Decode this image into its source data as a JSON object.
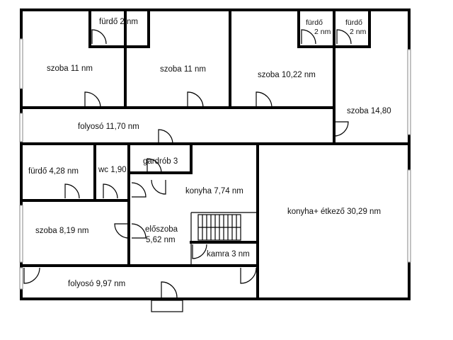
{
  "rooms": {
    "furdo_top": "fürdő 2 nm",
    "furdo_r1_name": "fürdő",
    "furdo_r1_area": "2 nm",
    "furdo_r2_name": "fürdő",
    "furdo_r2_area": "2 nm",
    "szoba1": "szoba 11 nm",
    "szoba2": "szoba 11 nm",
    "szoba3": "szoba 10,22 nm",
    "szoba4": "szoba 14,80",
    "folyoso_top": "folyosó 11,70 nm",
    "furdo_left": "fürdő 4,28 nm",
    "wc": "wc 1,90",
    "gardrob": "gardrób 3",
    "konyha": "konyha 7,74 nm",
    "konyha_etkezo": "konyha+ étkező 30,29 nm",
    "szoba5": "szoba 8,19 nm",
    "eloszoba_name": "előszoba",
    "eloszoba_area": "5,62 nm",
    "kamra": "kamra 3 nm",
    "folyoso_bottom": "folyosó 9,97 nm"
  }
}
